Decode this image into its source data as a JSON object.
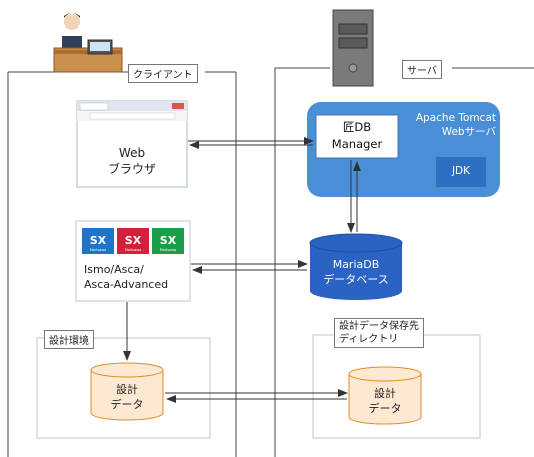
{
  "client_zone": {
    "label": "クライアント"
  },
  "server_zone": {
    "label": "サーバ"
  },
  "browser": {
    "line1": "Web",
    "line2": "ブラウザ"
  },
  "sx_app": {
    "logo_text": "SX",
    "logo_sub": "Morisawa",
    "logo_colors": [
      "#1f74c8",
      "#d4203a",
      "#1b9e4a"
    ],
    "line1": "Ismo/Asca/",
    "line2": "Asca-Advanced"
  },
  "design_env": {
    "label": "設計環境"
  },
  "design_data_client": {
    "line1": "設計",
    "line2": "データ"
  },
  "tomcat": {
    "line1": "Apache Tomcat",
    "line2": "Webサーバ",
    "fill": "#4a8fd6"
  },
  "db_manager": {
    "icon_glyph": "匠",
    "line1": "DB",
    "line2": "Manager"
  },
  "jdk": {
    "label": "JDK",
    "fill": "#2f6fc2"
  },
  "mariadb": {
    "line1": "MariaDB",
    "line2": "データベース",
    "fill": "#2b63c4"
  },
  "storage_dir": {
    "line1": "設計データ保存先",
    "line2": "ディレクトリ"
  },
  "design_data_server": {
    "line1": "設計",
    "line2": "データ"
  },
  "cylinder_colors": {
    "fill": "#fde9d2",
    "stroke": "#e08c2c"
  }
}
